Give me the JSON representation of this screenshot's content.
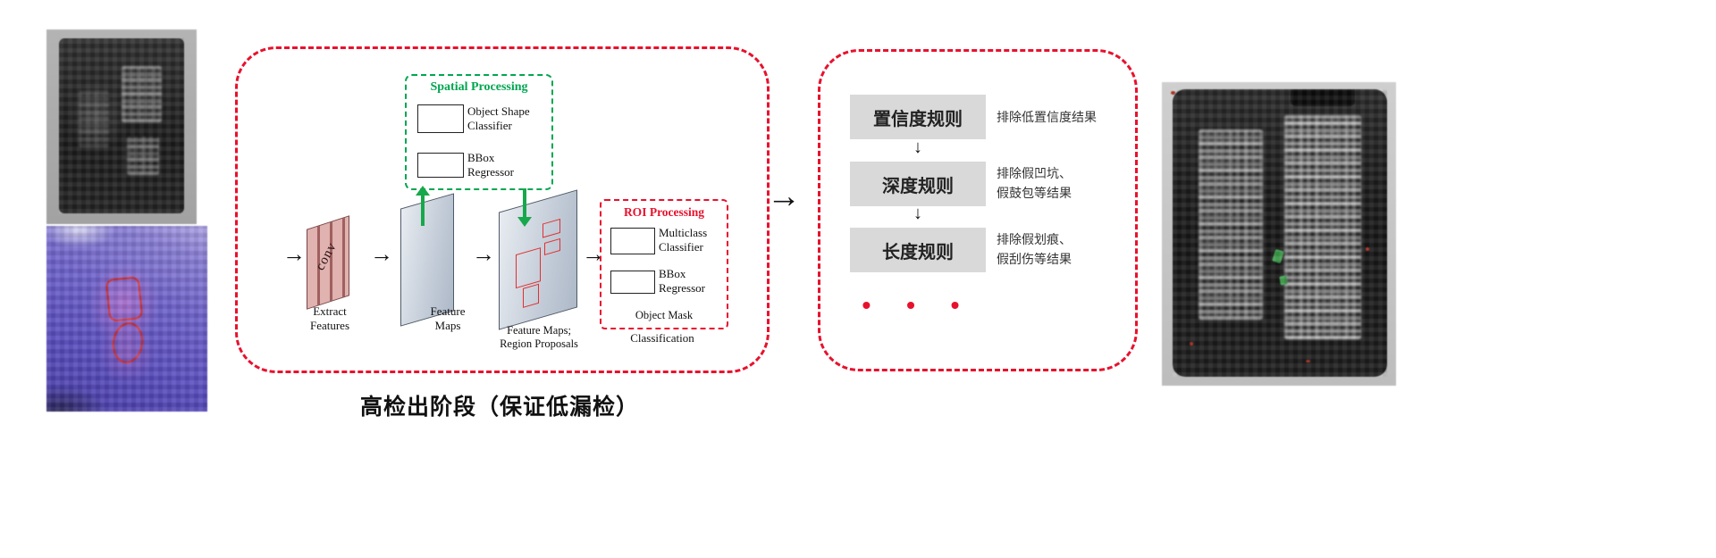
{
  "colors": {
    "accent_red": "#e8112d",
    "accent_green": "#00a651",
    "rule_box_gray": "#d9d9d9",
    "conv_pink": "#d9a0a0",
    "sheet_gray": "#c3ccd8"
  },
  "stage1": {
    "caption": "高检出阶段（保证低漏检）",
    "spatial_processing": {
      "title": "Spatial Processing",
      "object_shape_label": "Object Shape\nClassifier",
      "bbox_label": "BBox\nRegressor"
    },
    "flow": {
      "conv_label": "conv",
      "extract_label": "Extract\nFeatures",
      "feature_maps_label": "Feature\nMaps",
      "region_proposals_label": "Feature Maps;\nRegion Proposals"
    },
    "roi_processing": {
      "title": "ROI Processing",
      "multiclass_label": "Multiclass\nClassifier",
      "bbox_label": "BBox\nRegressor",
      "object_mask_label": "Object Mask",
      "classification_label": "Classification"
    }
  },
  "stage2": {
    "rules": [
      {
        "name": "置信度规则",
        "desc": "排除低置信度结果"
      },
      {
        "name": "深度规则",
        "desc": "排除假凹坑、\n假鼓包等结果"
      },
      {
        "name": "长度规则",
        "desc": "排除假划痕、\n假刮伤等结果"
      }
    ],
    "ellipsis": "• • •"
  },
  "arrows": {
    "flow": "→",
    "down": "↓"
  }
}
